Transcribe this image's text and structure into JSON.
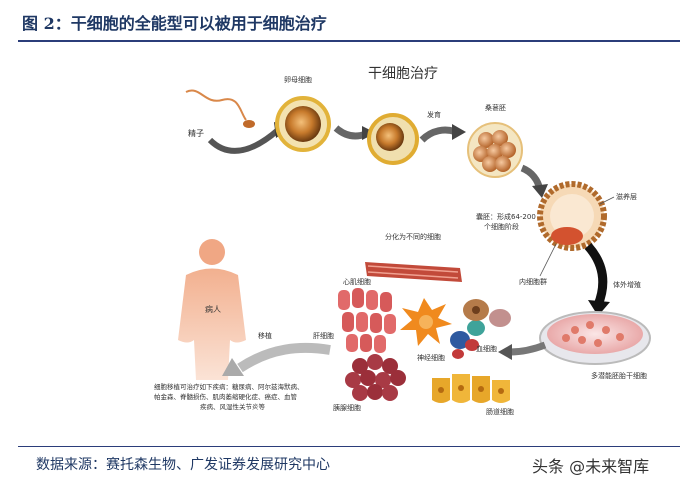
{
  "figure": {
    "title": "图 2：干细胞的全能型可以被用于细胞治疗",
    "source": "数据来源：赛托森生物、广发证券发展研究中心",
    "watermark": "头条 @未来智库"
  },
  "diagram": {
    "heading": "干细胞治疗",
    "labels": {
      "egg": "卵母细胞",
      "sperm": "精子",
      "develop": "发育",
      "morula": "桑葚胚",
      "trophoblast": "滋养层",
      "blastocyst": "囊胚：形成64-200个细胞阶段",
      "blastocyst_line1": "囊胚：形成64-200",
      "blastocyst_line2": "个细胞阶段",
      "inner_mass": "内细胞群",
      "culture": "体外增殖",
      "pluripotent": "多潜能胚胎干细胞",
      "differentiate": "分化为不同的细胞",
      "cardiac": "心肌细胞",
      "nerve": "神经细胞",
      "blood": "血细胞",
      "islet": "胰腺细胞",
      "intestine": "肠道细胞",
      "liver": "肝细胞",
      "transplant": "移植",
      "patient": "病人",
      "therapy_line1": "细胞移植可治疗如下疾病：糖尿病、阿尔兹海默病、",
      "therapy_line2": "帕金森、脊髓损伤、肌肉萎缩硬化症、癌症、血管",
      "therapy_line3": "疾病、风湿性关节炎等"
    }
  }
}
